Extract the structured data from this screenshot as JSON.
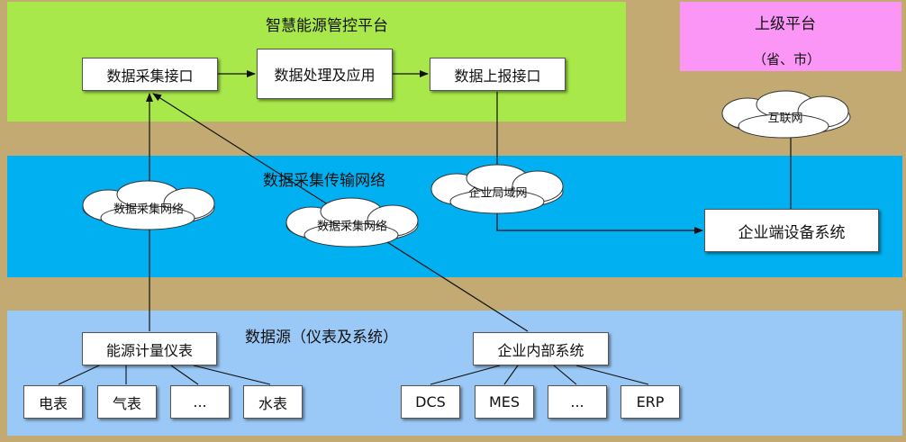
{
  "platform": {
    "title": "智慧能源管控平台",
    "boxes": {
      "collect": "数据采集接口",
      "process": "数据处理及应用",
      "report": "数据上报接口"
    }
  },
  "upper": {
    "title": "上级平台",
    "subtitle": "（省、市）"
  },
  "network": {
    "title": "数据采集传输网络",
    "clouds": {
      "internet": "互联网",
      "lan": "企业局域网",
      "collect_left": "数据采集网络",
      "collect_mid": "数据采集网络"
    },
    "device_system": "企业端设备系统"
  },
  "source": {
    "title": "数据源（仪表及系统）",
    "meters": "能源计量仪表",
    "internal": "企业内部系统",
    "leaves_meters": [
      "电表",
      "气表",
      "...",
      "水表"
    ],
    "leaves_systems": [
      "DCS",
      "MES",
      "...",
      "ERP"
    ]
  },
  "colors": {
    "platform_band": "#a9e84a",
    "network_band": "#00b0f0",
    "source_band": "#9bc9f7",
    "upper_band": "#fb96f7",
    "background": "#c2aa72"
  }
}
